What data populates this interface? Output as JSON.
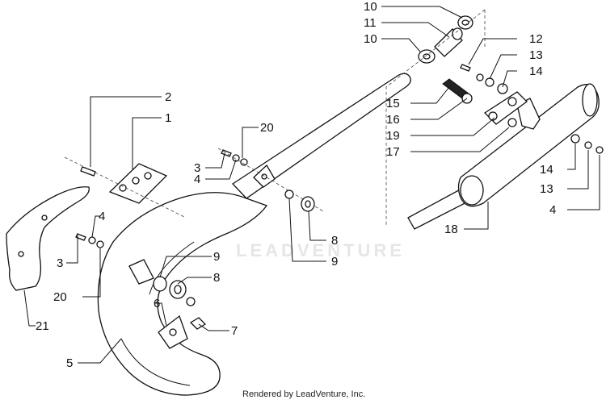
{
  "diagram": {
    "watermark": "LEADVENTURE",
    "credit": "Rendered by LeadVenture, Inc.",
    "callouts": [
      {
        "id": "c-10a",
        "text": "10"
      },
      {
        "id": "c-11",
        "text": "11"
      },
      {
        "id": "c-10b",
        "text": "10"
      },
      {
        "id": "c-12",
        "text": "12"
      },
      {
        "id": "c-13a",
        "text": "13"
      },
      {
        "id": "c-14a",
        "text": "14"
      },
      {
        "id": "c-15",
        "text": "15"
      },
      {
        "id": "c-16",
        "text": "16"
      },
      {
        "id": "c-19",
        "text": "19"
      },
      {
        "id": "c-17",
        "text": "17"
      },
      {
        "id": "c-14b",
        "text": "14"
      },
      {
        "id": "c-13b",
        "text": "13"
      },
      {
        "id": "c-4a",
        "text": "4"
      },
      {
        "id": "c-18",
        "text": "18"
      },
      {
        "id": "c-2",
        "text": "2"
      },
      {
        "id": "c-1",
        "text": "1"
      },
      {
        "id": "c-20a",
        "text": "20"
      },
      {
        "id": "c-3a",
        "text": "3"
      },
      {
        "id": "c-4b",
        "text": "4"
      },
      {
        "id": "c-4c",
        "text": "4"
      },
      {
        "id": "c-3b",
        "text": "3"
      },
      {
        "id": "c-20b",
        "text": "20"
      },
      {
        "id": "c-21",
        "text": "21"
      },
      {
        "id": "c-8a",
        "text": "8"
      },
      {
        "id": "c-9a",
        "text": "9"
      },
      {
        "id": "c-9b",
        "text": "9"
      },
      {
        "id": "c-8b",
        "text": "8"
      },
      {
        "id": "c-6",
        "text": "6"
      },
      {
        "id": "c-7",
        "text": "7"
      },
      {
        "id": "c-5",
        "text": "5"
      }
    ]
  }
}
